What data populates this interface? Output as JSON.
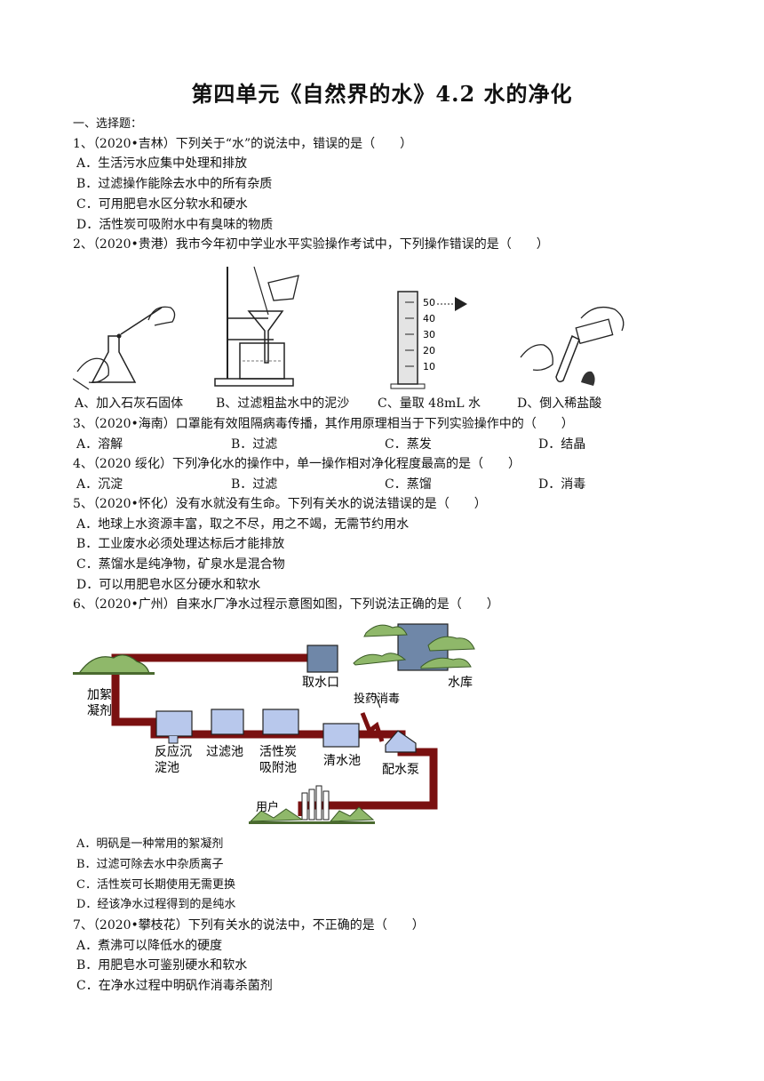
{
  "title": "第四单元《自然界的水》4.2 水的净化",
  "section": "一、选择题：",
  "q1": {
    "stem": "1、（2020•吉林）下列关于“水”的说法中，错误的是（　　）",
    "options": [
      "A．生活污水应集中处理和排放",
      "B．过滤操作能除去水中的所有杂质",
      "C．可用肥皂水区分软水和硬水",
      "D．活性炭可吸附水中有臭味的物质"
    ]
  },
  "q2": {
    "stem": "2、（2020•贵港）我市今年初中学业水平实验操作考试中，下列操作错误的是（　　）",
    "captions": [
      "A、加入石灰石固体",
      "B、过滤粗盐水中的泥沙",
      "C、量取 48mL 水",
      "D、倒入稀盐酸"
    ],
    "cylinder_ticks": [
      "50",
      "40",
      "30",
      "20",
      "10"
    ]
  },
  "q3": {
    "stem": "3、（2020•海南）口罩能有效阻隔病毒传播，其作用原理相当于下列实验操作中的（　　）",
    "options": [
      "A．溶解",
      "B．过滤",
      "C．蒸发",
      "D．结晶"
    ]
  },
  "q4": {
    "stem": "4、（2020 绥化）下列净化水的操作中，单一操作相对净化程度最高的是（　　）",
    "options": [
      "A．沉淀",
      "B．过滤",
      "C．蒸馏",
      "D．消毒"
    ]
  },
  "q5": {
    "stem": "5、（2020•怀化）没有水就没有生命。下列有关水的说法错误的是（　　）",
    "options": [
      "A．地球上水资源丰富，取之不尽，用之不竭，无需节约用水",
      "B．工业废水必须处理达标后才能排放",
      "C．蒸馏水是纯净物，矿泉水是混合物",
      "D．可以用肥皂水区分硬水和软水"
    ]
  },
  "q6": {
    "stem": "6、（2020•广州）自来水厂净水过程示意图如图，下列说法正确的是（　　）",
    "diagram_labels": {
      "intake": "取水口",
      "reservoir": "水库",
      "disinfect": "投药消毒",
      "flocculant_1": "加絮",
      "flocculant_2": "凝剂",
      "settle_1": "反应沉",
      "settle_2": "淀池",
      "filter": "过滤池",
      "carbon_1": "活性炭",
      "carbon_2": "吸附池",
      "clear": "清水池",
      "pump": "配水泵",
      "user": "用户"
    },
    "options": [
      "A．明矾是一种常用的絮凝剂",
      "B．过滤可除去水中杂质离子",
      "C．活性炭可长期使用无需更换",
      "D．经该净水过程得到的是纯水"
    ]
  },
  "q7": {
    "stem": "7、（2020•攀枝花）下列有关水的说法中，不正确的是（　　）",
    "options": [
      "A．煮沸可以降低水的硬度",
      "B．用肥皂水可鉴别硬水和软水",
      "C．在净水过程中明矾作消毒杀菌剂"
    ]
  },
  "colors": {
    "pipe": "#7a1010",
    "tank": "#b8c8ec",
    "tree": "#8fb86a"
  }
}
